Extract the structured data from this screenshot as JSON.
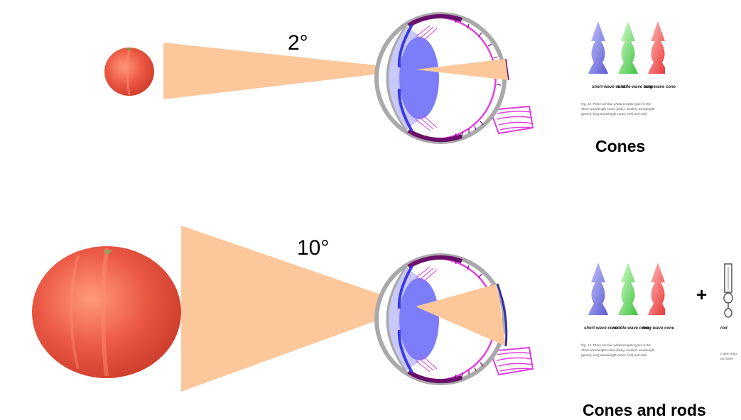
{
  "top": {
    "angle_label": "2°",
    "caption": "Cones",
    "cone_labels": [
      "short-wave cone",
      "middle-wave cone",
      "long-wave cone"
    ],
    "fig_text": [
      "Fig. 12. There are four photoreceptor types in the",
      "Short-wavelength cones (blue), medium wavelength",
      "(green), long wavelength cones (red) and rods."
    ]
  },
  "bottom": {
    "angle_label": "10°",
    "caption": "Cones and rods",
    "plus": "+",
    "cone_labels": [
      "short-wave cone",
      "middle-wave cone",
      "long-wave cone"
    ],
    "rod_label": "rod",
    "fig_text": [
      "Fig. 12. There are four photoreceptor types in the",
      "Short-wavelength cones (blue), medium wavelength",
      "(green), long wavelength cones (red) and rods."
    ],
    "fig_text_right": [
      "n.dom rotru",
      "nb cones"
    ]
  },
  "colors": {
    "beam": "#fcc79b",
    "sclera": "#a9a9a9",
    "retina": "#e040e0",
    "lens": "#7d7dfa",
    "cornea": "#c8c8fa",
    "iris": "#6a106a",
    "fovea": "#3030b0",
    "tomato": "#e84a3a",
    "short_cone": "#7d7de6",
    "middle_cone": "#70dc70",
    "long_cone": "#f05a5a"
  }
}
